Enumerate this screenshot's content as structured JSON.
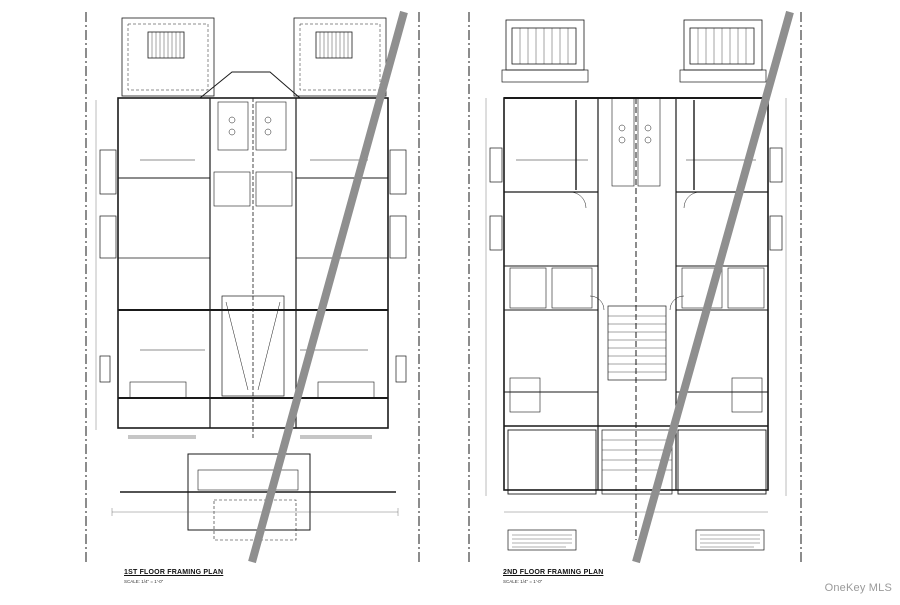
{
  "plans": [
    {
      "id": "first-floor",
      "title": "1ST FLOOR FRAMING PLAN",
      "scale": "SCALE: 1/4\" = 1'-0\""
    },
    {
      "id": "second-floor",
      "title": "2ND FLOOR FRAMING PLAN",
      "scale": "SCALE: 1/4\" = 1'-0\""
    }
  ],
  "watermark": "OneKey MLS",
  "colors": {
    "line": "#1a1a1a",
    "strike": "#8f8f8f",
    "dim": "#555555",
    "background": "#ffffff"
  }
}
